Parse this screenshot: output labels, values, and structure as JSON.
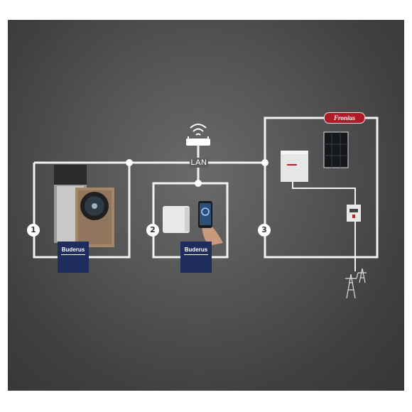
{
  "network": {
    "label": "LAN"
  },
  "systems": [
    {
      "number": "1",
      "brand": "Buderus",
      "icon": "heat-pump-icon"
    },
    {
      "number": "2",
      "brand": "Buderus",
      "icon": "gateway-and-phone-icon"
    },
    {
      "number": "3",
      "brand": "Fronius",
      "icon": "solar-inverter-icon"
    }
  ],
  "colors": {
    "background": "#4a4a4a",
    "lines": "#f2f2f2",
    "buderus_brand": "#1f2d5c",
    "fronius_brand": "#b01a26"
  },
  "icons": [
    "router-icon",
    "heat-pump-icon",
    "gateway-icon",
    "smartphone-icon",
    "solar-panel-icon",
    "inverter-icon",
    "energy-meter-icon",
    "power-pylon-icon"
  ]
}
